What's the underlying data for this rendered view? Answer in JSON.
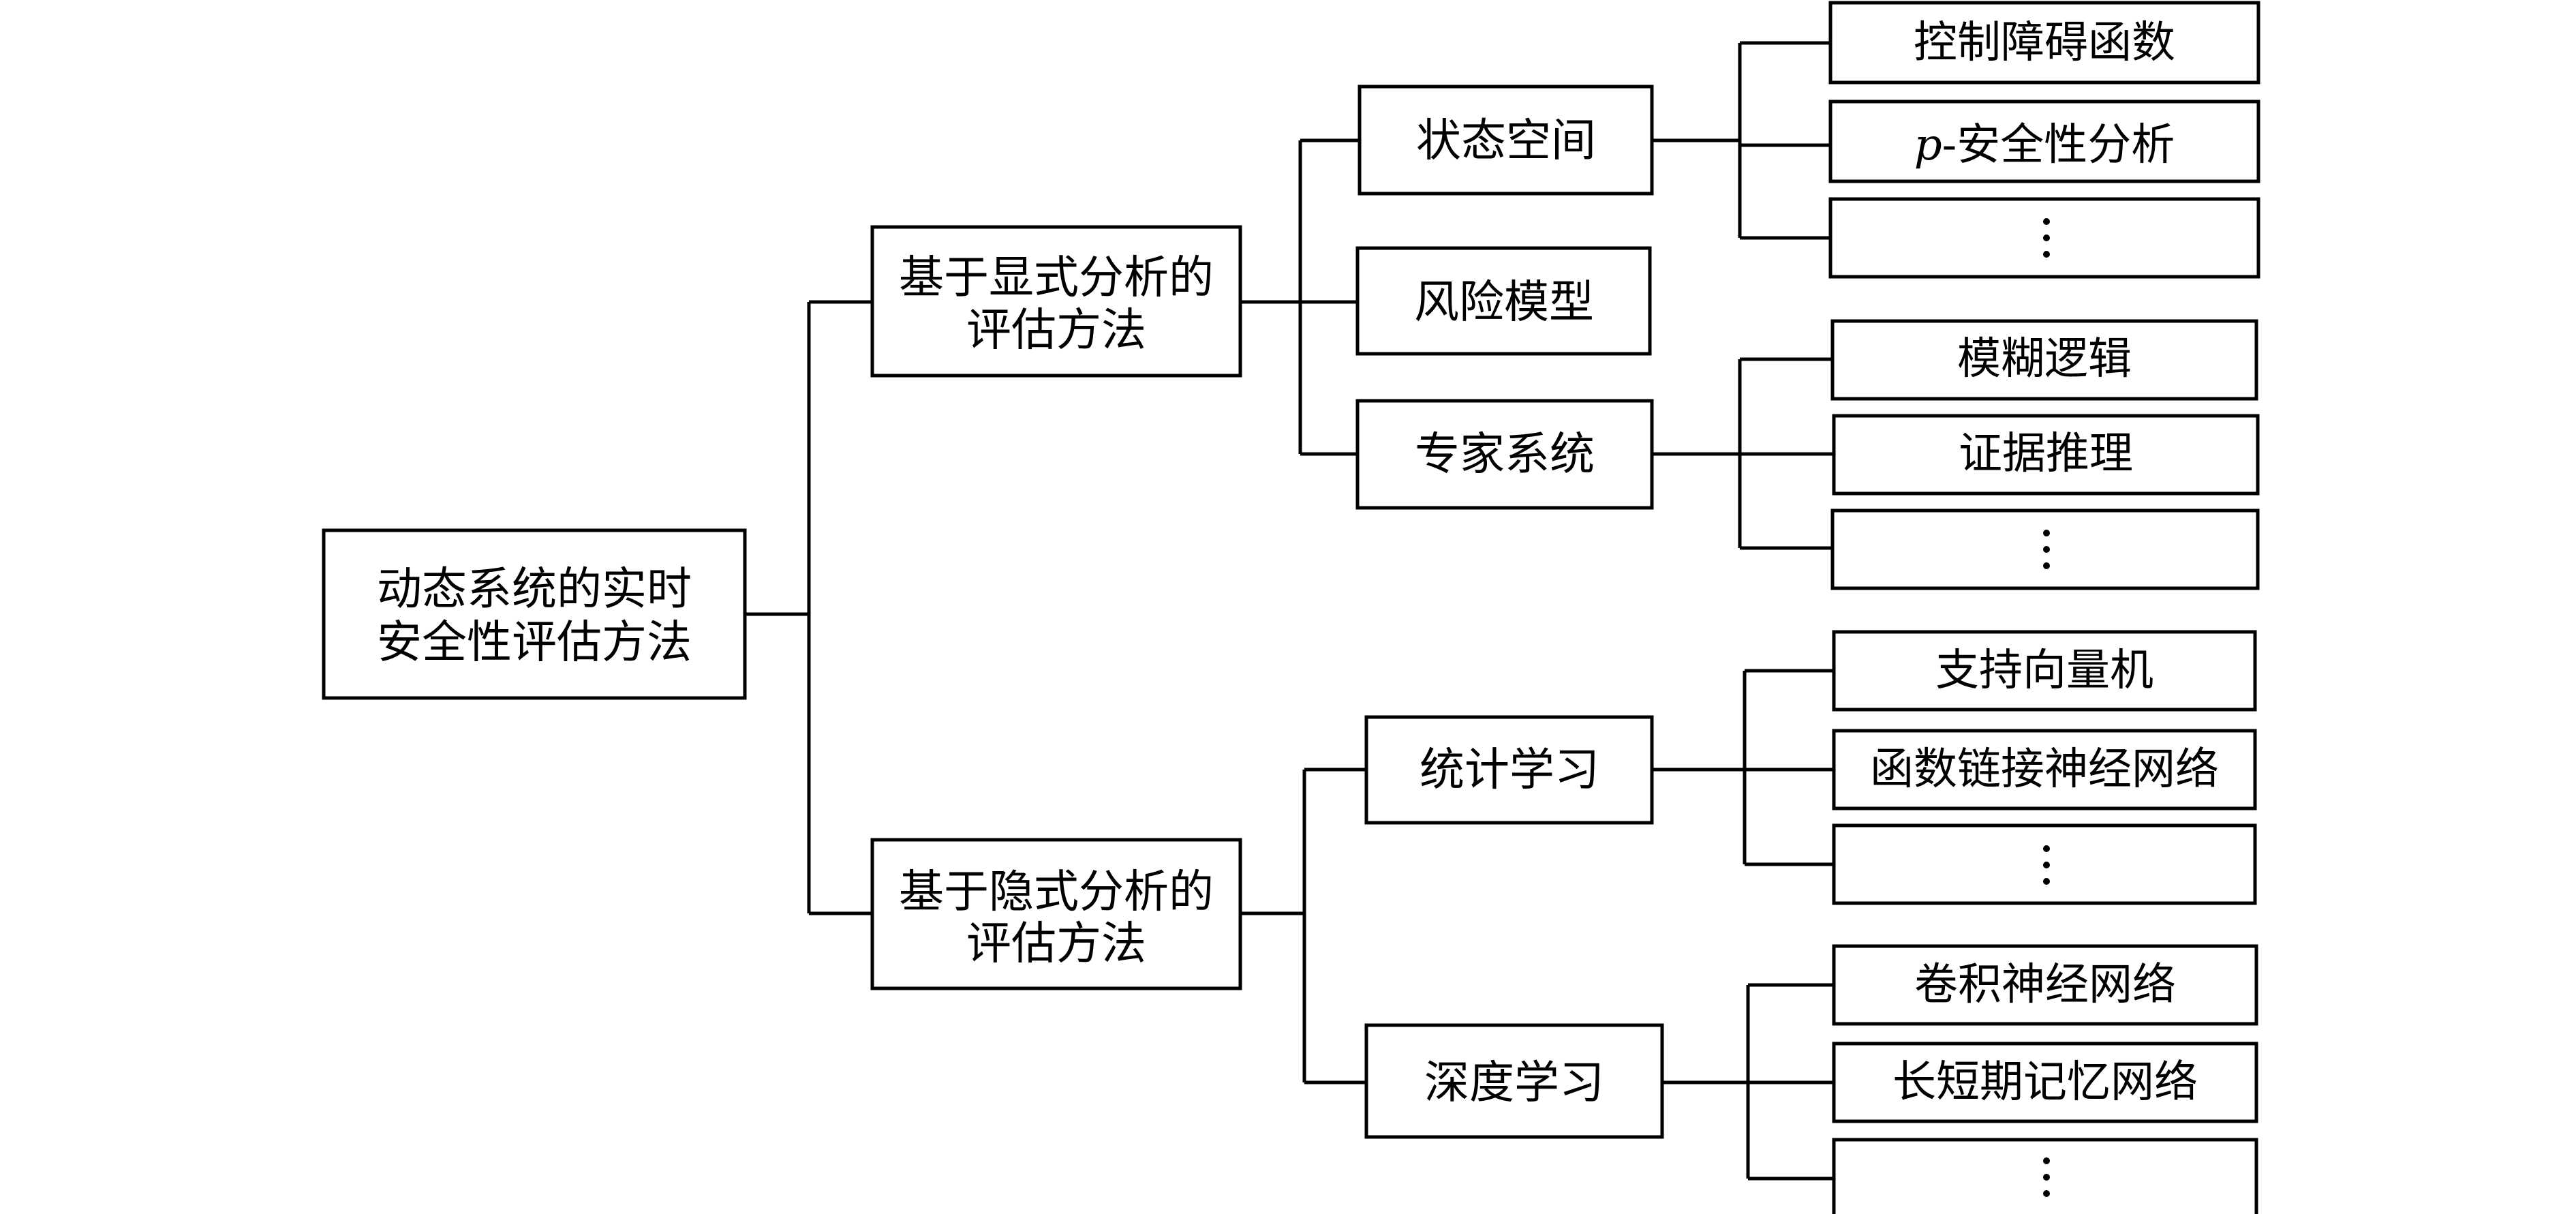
{
  "root": {
    "line1": "动态系统的实时",
    "line2": "安全性评估方法"
  },
  "branches": [
    {
      "line1": "基于显式分析的",
      "line2": "评估方法",
      "children": [
        {
          "label": "状态空间",
          "leaves": [
            {
              "label": "控制障碍函数"
            },
            {
              "prefix": "p",
              "label": "-安全性分析"
            },
            {
              "ellipsis": true
            }
          ]
        },
        {
          "label": "风险模型",
          "leaves": []
        },
        {
          "label": "专家系统",
          "leaves": [
            {
              "label": "模糊逻辑"
            },
            {
              "label": "证据推理"
            },
            {
              "ellipsis": true
            }
          ]
        }
      ]
    },
    {
      "line1": "基于隐式分析的",
      "line2": "评估方法",
      "children": [
        {
          "label": "统计学习",
          "leaves": [
            {
              "label": "支持向量机"
            },
            {
              "label": "函数链接神经网络"
            },
            {
              "ellipsis": true
            }
          ]
        },
        {
          "label": "深度学习",
          "leaves": [
            {
              "label": "卷积神经网络"
            },
            {
              "label": "长短期记忆网络"
            },
            {
              "ellipsis": true
            }
          ]
        }
      ]
    }
  ]
}
